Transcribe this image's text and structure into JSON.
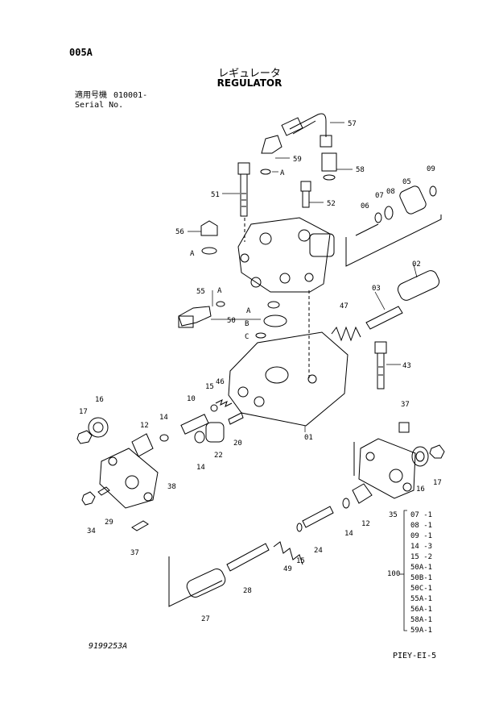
{
  "page_code": "005A",
  "title_jp": "レギュレータ",
  "title_en": "REGULATOR",
  "serial": {
    "label_jp": "適用号機",
    "value": "010001-",
    "label_en": "Serial No."
  },
  "drawing_no": "9199253A",
  "page_ref": "PIEY-EI-5",
  "callouts": [
    "57",
    "59",
    "A",
    "58",
    "51",
    "52",
    "05",
    "09",
    "06",
    "07",
    "08",
    "56",
    "A",
    "02",
    "55",
    "A",
    "03",
    "A",
    "47",
    "50",
    "B",
    "C",
    "43",
    "46",
    "15",
    "10",
    "16",
    "17",
    "12",
    "14",
    "37",
    "20",
    "22",
    "14",
    "01",
    "38",
    "29",
    "34",
    "37",
    "16",
    "17",
    "35",
    "12",
    "14",
    "24",
    "15",
    "49",
    "28",
    "27"
  ],
  "kit": {
    "number": "100",
    "items": [
      "07 -1",
      "08 -1",
      "09 -1",
      "14 -3",
      "15 -2",
      "50A-1",
      "50B-1",
      "50C-1",
      "55A-1",
      "56A-1",
      "58A-1",
      "59A-1"
    ]
  }
}
